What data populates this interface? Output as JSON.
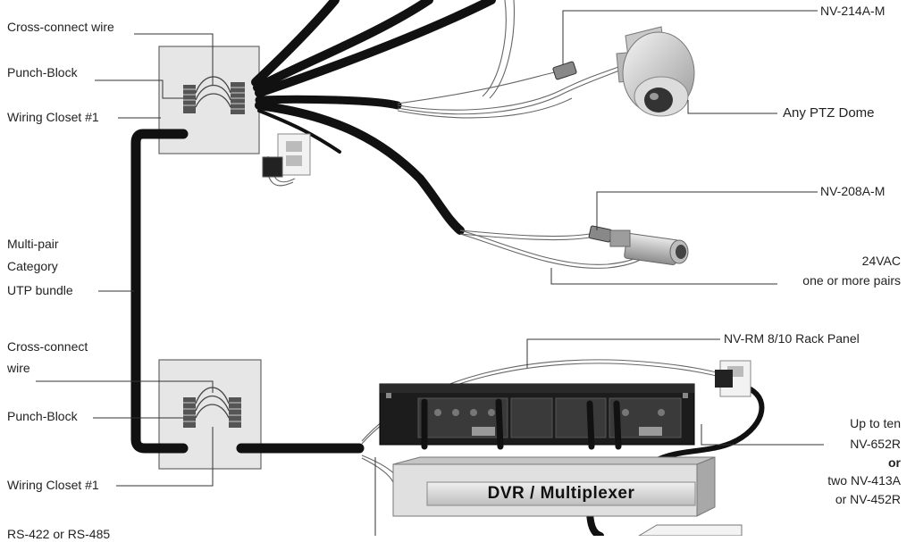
{
  "labels": {
    "cross_connect_top": "Cross-connect wire",
    "punch_block_top": "Punch-Block",
    "wiring_closet_top": "Wiring Closet #1",
    "multi_pair": "Multi-pair",
    "category": "Category",
    "utp_bundle": "UTP bundle",
    "cross_connect_bottom_1": "Cross-connect",
    "cross_connect_bottom_2": "wire",
    "punch_block_bottom": "Punch-Block",
    "wiring_closet_bottom": "Wiring Closet #1",
    "nv214": "NV-214A-M",
    "ptz_dome": "Any PTZ Dome",
    "nv208": "NV-208A-M",
    "vac24": "24VAC",
    "pairs": "one or more pairs",
    "rack_panel": "NV-RM 8/10 Rack Panel",
    "up_to_ten": "Up to ten",
    "nv652": "NV-652R",
    "or": "or",
    "two_nv413": "two NV-413A",
    "or_nv452": "or NV-452R",
    "dvr": "DVR / Multiplexer",
    "rs": "RS-422 or RS-485"
  },
  "colors": {
    "cable": "#111111",
    "box_fill": "#e6e6e6",
    "box_stroke": "#666666",
    "leader": "#333333",
    "rack": "#1c1c1c",
    "dvr_face": "#d9d9d9"
  }
}
